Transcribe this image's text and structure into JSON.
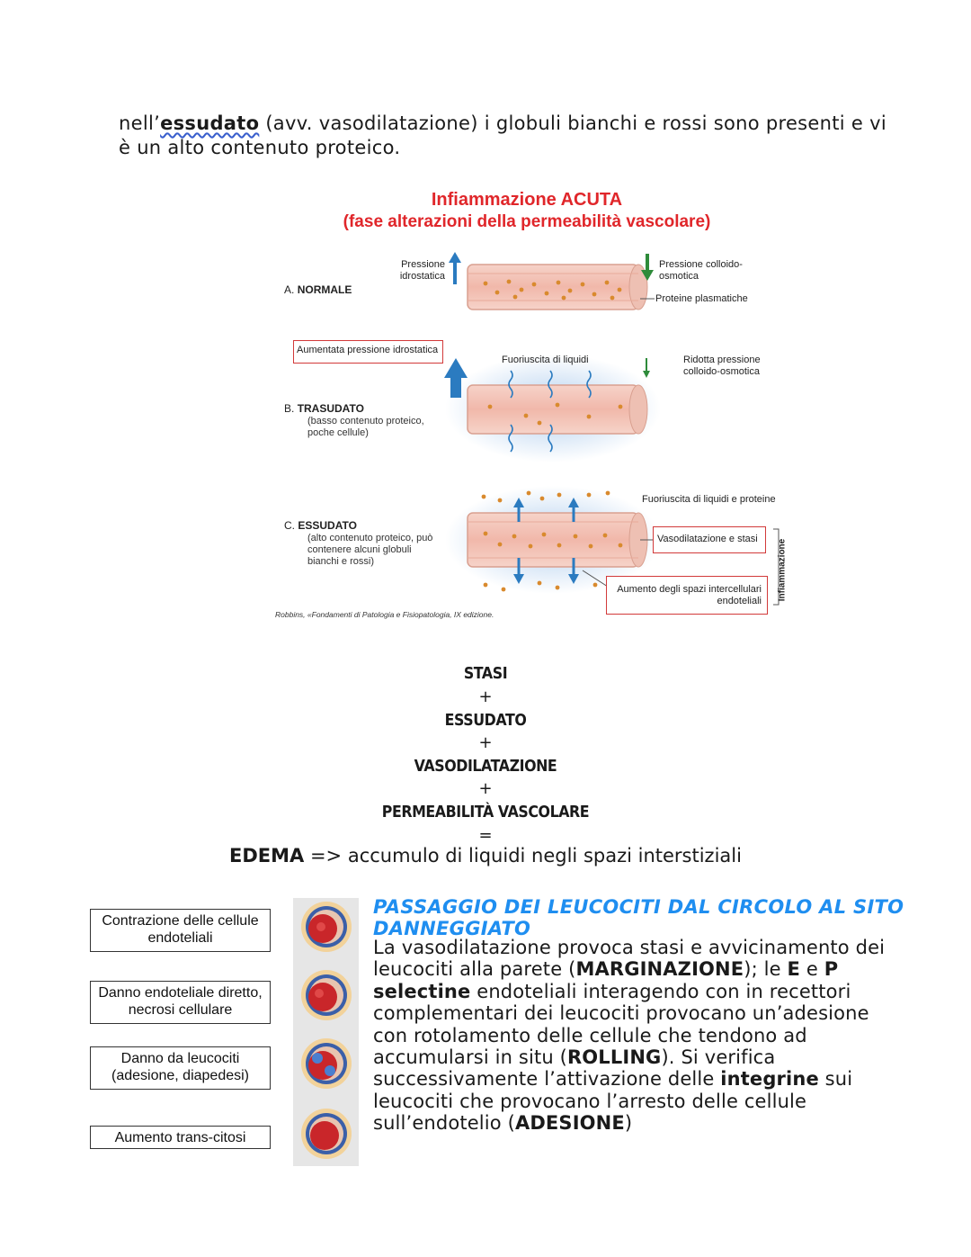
{
  "intro": {
    "prefix": "nell’",
    "term": "essudato",
    "rest": " (avv. vasodilatazione) i globuli bianchi e rossi sono presenti e vi è un alto contenuto proteico."
  },
  "figure": {
    "title_line1": "Infiammazione ACUTA",
    "title_line2": "(fase alterazioni della permeabilità vascolare)",
    "section_a": {
      "letter": "A.",
      "title": "NORMALE"
    },
    "section_b": {
      "letter": "B.",
      "title": "TRASUDATO",
      "sub": "(basso contenuto proteico, poche cellule)"
    },
    "section_c": {
      "letter": "C.",
      "title": "ESSUDATO",
      "sub": "(alto contenuto proteico, può contenere alcuni globuli bianchi e rossi)"
    },
    "labels": {
      "pressione_idrostatica": "Pressione idrostatica",
      "pressione_colloido": "Pressione colloido-osmotica",
      "proteine_plasmatiche": "Proteine plasmatiche",
      "aumentata_pressione": "Aumentata pressione idrostatica",
      "fuoriuscita_liquidi": "Fuoriuscita di liquidi",
      "ridotta_pressione": "Ridotta pressione colloido-osmotica",
      "fuoriuscita_liquidi_proteine": "Fuoriuscita di liquidi e proteine",
      "vasodilatazione_stasi": "Vasodilatazione e stasi",
      "aumento_spazi": "Aumento degli spazi intercellulari endoteliali",
      "infiammazione": "Infiammazione"
    },
    "citation": "Robbins, «Fondamenti di Patologia e Fisiopatologia, IX edizione."
  },
  "equation": {
    "term1": "STASI",
    "plus": "+",
    "term2": "ESSUDATO",
    "term3": "VASODILATAZIONE",
    "term4": "PERMEABILITÀ VASCOLARE",
    "equals": "=",
    "result_term": "EDEMA",
    "result_text": " => accumulo di liquidi negli spazi interstiziali"
  },
  "side_boxes": [
    "Contrazione delle cellule endoteliali",
    "Danno endoteliale diretto, necrosi cellulare",
    "Danno da leucociti (adesione, diapedesi)",
    "Aumento trans-citosi"
  ],
  "leukocytes": {
    "heading": "PASSAGGIO DEI LEUCOCITI DAL CIRCOLO AL SITO DANNEGGIATO",
    "p1": "La vasodilatazione provoca stasi e avvicinamento dei leucociti alla parete (",
    "marginazione": "MARGINAZIONE",
    "p2": "); le ",
    "e": "E",
    "p3": " e ",
    "p": "P",
    "p4": " ",
    "selectine": "selectine",
    "p5": " endoteliali interagendo con in recettori complementari dei leucociti provocano un’adesione con rotolamento delle cellule che tendono ad accumularsi in situ (",
    "rolling": "ROLLING",
    "p6": "). Si verifica successivamente l’attivazione delle ",
    "integrine": "integrine",
    "p7": " sui leucociti che provocano l’arresto delle cellule sull’endotelio (",
    "adesione": "ADESIONE",
    "p8": ")"
  },
  "colors": {
    "title_red": "#e0262a",
    "heading_blue": "#1f8ef0",
    "arrow_blue": "#2b7bc0",
    "arrow_green": "#2e8b3a",
    "vessel_pink": "#f3c7bd",
    "dot_orange": "#d98a2e"
  }
}
